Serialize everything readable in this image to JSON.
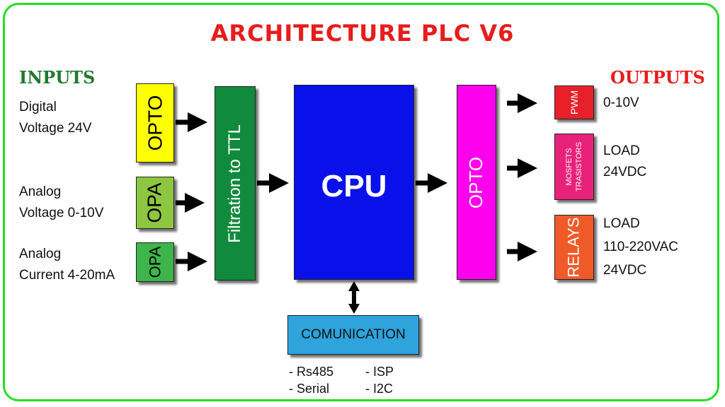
{
  "title": "ARCHITECTURE PLC V6",
  "inputs_heading": "INPUTS",
  "outputs_heading": "OUTPUTS",
  "input_labels": {
    "digital": [
      "Digital",
      "Voltage 24V"
    ],
    "analog_voltage": [
      "Analog",
      "Voltage 0-10V"
    ],
    "analog_current": [
      "Analog",
      "Current 4-20mA"
    ]
  },
  "blocks": {
    "opto_in": "OPTO",
    "opa_1": "OPA",
    "opa_2": "OPA",
    "filtration": "Filtration to TTL",
    "cpu": "CPU",
    "opto_out": "OPTO",
    "pwm": "PWM",
    "mosfets": [
      "MOSFETS",
      "TRASISTORS"
    ],
    "relays": "RELAYS",
    "communication": "COMUNICATION"
  },
  "output_labels": {
    "pwm": [
      "0-10V"
    ],
    "mosfets": [
      "LOAD",
      "24VDC"
    ],
    "relays": [
      "LOAD",
      "110-220VAC",
      "24VDC"
    ]
  },
  "communication_items": {
    "left": [
      "- Rs485",
      "- Serial"
    ],
    "right": [
      "- ISP",
      "- I2C"
    ]
  },
  "colors": {
    "opto_in": "#ffff00",
    "opa_1": "#8dc63f",
    "opa_2": "#3db54a",
    "filtration": "#108a3c",
    "cpu": "#0a10ea",
    "opto_out": "#ff00ee",
    "pwm": "#e8202a",
    "mosfets": "#e8217a",
    "relays": "#f05a28",
    "communication": "#2ea3dc"
  }
}
